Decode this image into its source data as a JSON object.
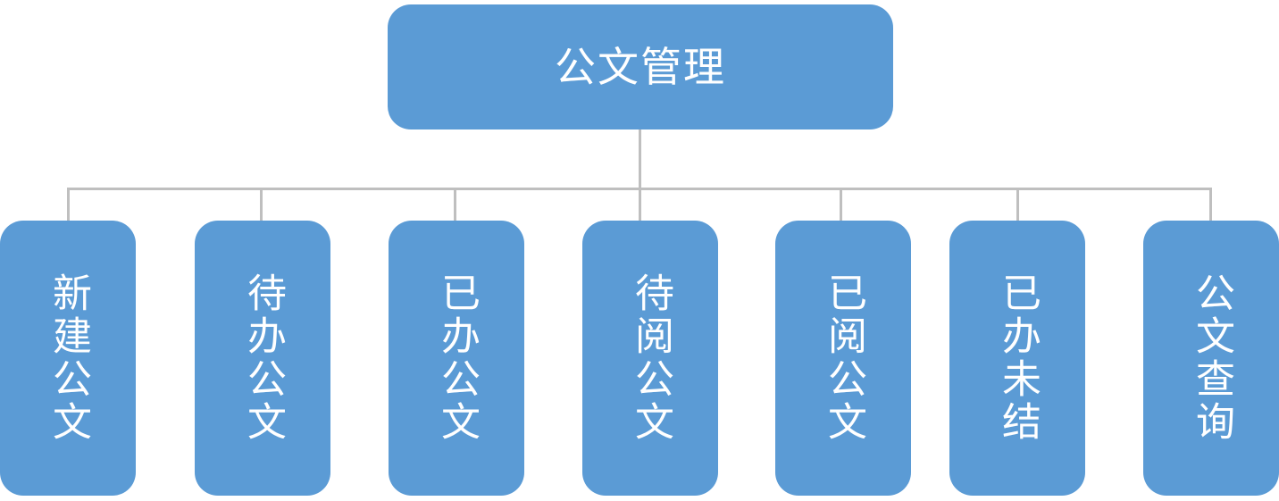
{
  "diagram": {
    "type": "organization-chart",
    "title": "公文管理",
    "orientation": "top-down",
    "colors": {
      "node_fill": "#5B9BD5",
      "node_text": "#FFFFFF",
      "connector": "#BFBFBF",
      "background": "#FFFFFF"
    },
    "root": {
      "label": "公文管理",
      "text_direction": "horizontal"
    },
    "children": [
      {
        "label": "新建公文",
        "text_direction": "vertical"
      },
      {
        "label": "待办公文",
        "text_direction": "vertical"
      },
      {
        "label": "已办公文",
        "text_direction": "vertical"
      },
      {
        "label": "待阅公文",
        "text_direction": "vertical"
      },
      {
        "label": "已阅公文",
        "text_direction": "vertical"
      },
      {
        "label": "已办未结",
        "text_direction": "vertical"
      },
      {
        "label": "公文查询",
        "text_direction": "vertical"
      }
    ],
    "child_count": 7
  }
}
